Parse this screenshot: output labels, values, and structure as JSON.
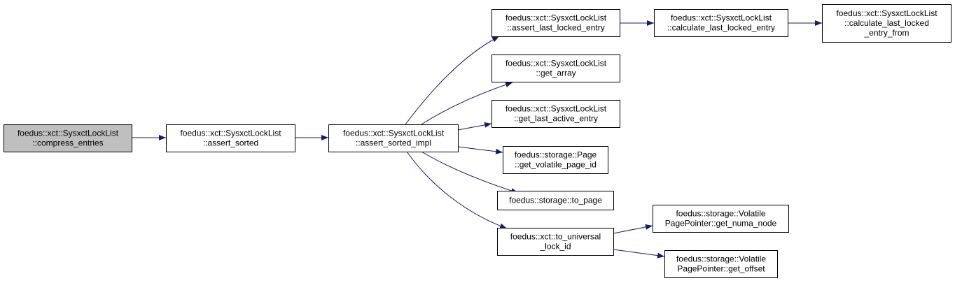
{
  "diagram": {
    "colors": {
      "edge": "#191970",
      "node_border": "#000000",
      "node_fill": "#ffffff",
      "root_fill": "#bfbfbf"
    },
    "nodes": [
      {
        "id": "compress_entries",
        "lines": [
          "foedus::xct::SysxctLockList",
          "::compress_entries"
        ],
        "root": true
      },
      {
        "id": "assert_sorted",
        "lines": [
          "foedus::xct::SysxctLockList",
          "::assert_sorted"
        ]
      },
      {
        "id": "assert_sorted_impl",
        "lines": [
          "foedus::xct::SysxctLockList",
          "::assert_sorted_impl"
        ]
      },
      {
        "id": "assert_last_locked_entry",
        "lines": [
          "foedus::xct::SysxctLockList",
          "::assert_last_locked_entry"
        ]
      },
      {
        "id": "calculate_last_locked_entry",
        "lines": [
          "foedus::xct::SysxctLockList",
          "::calculate_last_locked_entry"
        ]
      },
      {
        "id": "calculate_last_locked_entry_from",
        "lines": [
          "foedus::xct::SysxctLockList",
          "::calculate_last_locked",
          "_entry_from"
        ]
      },
      {
        "id": "get_array",
        "lines": [
          "foedus::xct::SysxctLockList",
          "::get_array"
        ]
      },
      {
        "id": "get_last_active_entry",
        "lines": [
          "foedus::xct::SysxctLockList",
          "::get_last_active_entry"
        ]
      },
      {
        "id": "get_volatile_page_id",
        "lines": [
          "foedus::storage::Page",
          "::get_volatile_page_id"
        ]
      },
      {
        "id": "to_page",
        "lines": [
          "foedus::storage::to_page"
        ]
      },
      {
        "id": "to_universal_lock_id",
        "lines": [
          "foedus::xct::to_universal",
          "_lock_id"
        ]
      },
      {
        "id": "get_numa_node",
        "lines": [
          "foedus::storage::Volatile",
          "PagePointer::get_numa_node"
        ]
      },
      {
        "id": "get_offset",
        "lines": [
          "foedus::storage::Volatile",
          "PagePointer::get_offset"
        ]
      }
    ],
    "edges": [
      {
        "from": "compress_entries",
        "to": "assert_sorted"
      },
      {
        "from": "assert_sorted",
        "to": "assert_sorted_impl"
      },
      {
        "from": "assert_sorted_impl",
        "to": "assert_last_locked_entry"
      },
      {
        "from": "assert_sorted_impl",
        "to": "get_array"
      },
      {
        "from": "assert_sorted_impl",
        "to": "get_last_active_entry"
      },
      {
        "from": "assert_sorted_impl",
        "to": "get_volatile_page_id"
      },
      {
        "from": "assert_sorted_impl",
        "to": "to_page"
      },
      {
        "from": "assert_sorted_impl",
        "to": "to_universal_lock_id"
      },
      {
        "from": "assert_last_locked_entry",
        "to": "calculate_last_locked_entry"
      },
      {
        "from": "calculate_last_locked_entry",
        "to": "calculate_last_locked_entry_from"
      },
      {
        "from": "to_universal_lock_id",
        "to": "get_numa_node"
      },
      {
        "from": "to_universal_lock_id",
        "to": "get_offset"
      }
    ]
  }
}
